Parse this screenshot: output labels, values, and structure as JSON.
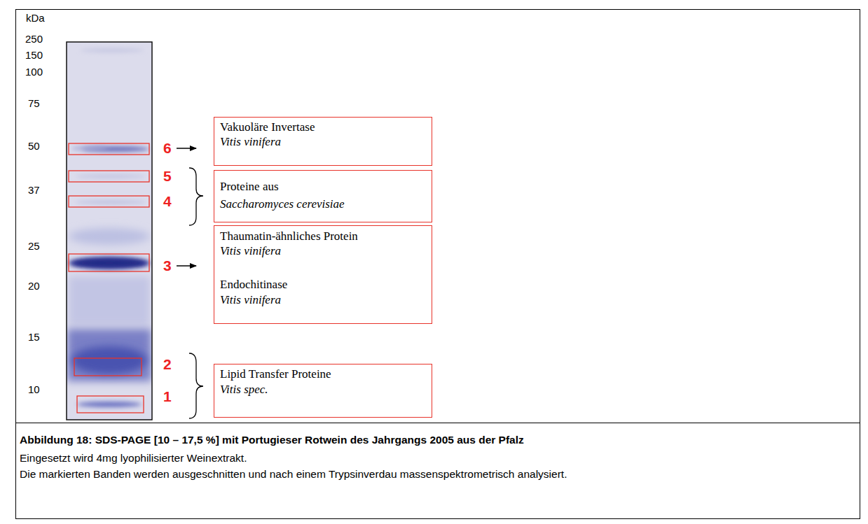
{
  "diagram": {
    "caption": "Abbildung 18: SDS-PAGE [10 – 17,5 %] mit Portugieser Rotwein des Jahrgangs 2005 aus der Pfalz",
    "nodes": [
      {
        "text": [
          "Vakuoläre Invertase",
          "Vitis vinifera"
        ]
      },
      {
        "text": [
          "Proteine aus",
          "Saccharomyces cerevisiae"
        ]
      },
      {
        "text": [
          "Thaumatin-ähnliches Protein",
          "Vitis vinifera",
          "Endochitinase",
          "Vitis vinifera"
        ]
      },
      {
        "text": [
          "Lipid Transfer Proteine",
          "Vitis spec."
        ]
      }
    ],
    "labels": [
      "kDa",
      "250",
      "150",
      "100",
      "75",
      "50",
      "37",
      "25",
      "20",
      "15",
      "10",
      "6",
      "5",
      "4",
      "3",
      "2",
      "1",
      "Eingesetzt wird 4mg lyophilisierter Weinextrakt.",
      "Die markierten Banden werden ausgeschnitten und nach einem Trypsinverdau massenspektrometrisch analysiert."
    ]
  }
}
